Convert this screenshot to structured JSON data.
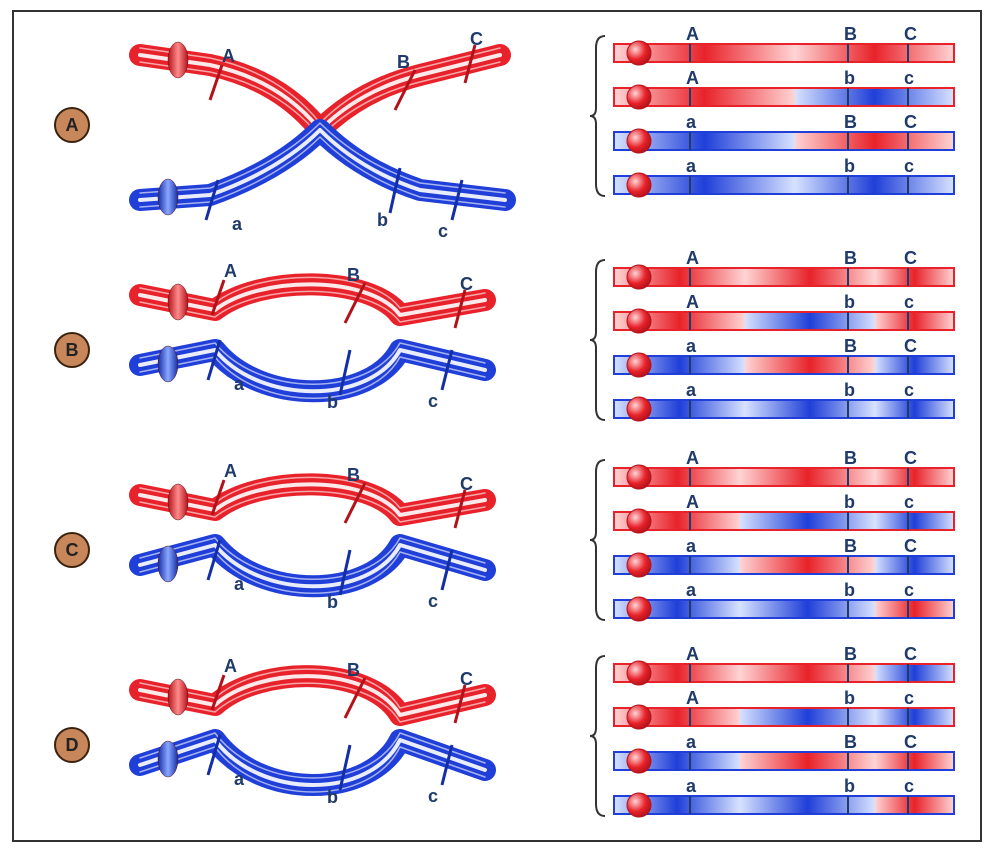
{
  "colors": {
    "maternal": "#e8222a",
    "paternal": "#1f3fd8",
    "badge": "#c8875a",
    "label": "#1f3a6b"
  },
  "panels": [
    {
      "id": "A",
      "badge": "A",
      "pair_labels": {
        "top": [
          "A",
          "B",
          "C"
        ],
        "bottom": [
          "a",
          "b",
          "c"
        ]
      },
      "products": [
        {
          "labels": [
            "A",
            "B",
            "C"
          ],
          "segments": [
            "red",
            "red",
            "red"
          ]
        },
        {
          "labels": [
            "A",
            "b",
            "c"
          ],
          "segments": [
            "red",
            "blue",
            "blue"
          ]
        },
        {
          "labels": [
            "a",
            "B",
            "C"
          ],
          "segments": [
            "blue",
            "red",
            "red"
          ]
        },
        {
          "labels": [
            "a",
            "b",
            "c"
          ],
          "segments": [
            "blue",
            "blue",
            "blue"
          ]
        }
      ]
    },
    {
      "id": "B",
      "badge": "B",
      "pair_labels": {
        "top": [
          "A",
          "B",
          "C"
        ],
        "bottom": [
          "a",
          "b",
          "c"
        ]
      },
      "products": [
        {
          "labels": [
            "A",
            "B",
            "C"
          ],
          "segments": [
            "red",
            "red",
            "red"
          ]
        },
        {
          "labels": [
            "A",
            "b",
            "c"
          ],
          "segments": [
            "red",
            "blue",
            "red"
          ]
        },
        {
          "labels": [
            "a",
            "B",
            "C"
          ],
          "segments": [
            "blue",
            "red",
            "blue"
          ]
        },
        {
          "labels": [
            "a",
            "b",
            "c"
          ],
          "segments": [
            "blue",
            "blue",
            "blue"
          ]
        }
      ]
    },
    {
      "id": "C",
      "badge": "C",
      "pair_labels": {
        "top": [
          "A",
          "B",
          "C"
        ],
        "bottom": [
          "a",
          "b",
          "c"
        ]
      },
      "products": [
        {
          "labels": [
            "A",
            "B",
            "C"
          ],
          "segments": [
            "red",
            "red",
            "red"
          ]
        },
        {
          "labels": [
            "A",
            "b",
            "c"
          ],
          "segments": [
            "red",
            "blue",
            "blue"
          ]
        },
        {
          "labels": [
            "a",
            "B",
            "C"
          ],
          "segments": [
            "blue",
            "red",
            "blue"
          ]
        },
        {
          "labels": [
            "a",
            "b",
            "c"
          ],
          "segments": [
            "blue",
            "blue",
            "red"
          ]
        }
      ]
    },
    {
      "id": "D",
      "badge": "D",
      "pair_labels": {
        "top": [
          "A",
          "B",
          "C"
        ],
        "bottom": [
          "a",
          "b",
          "c"
        ]
      },
      "products": [
        {
          "labels": [
            "A",
            "B",
            "C"
          ],
          "segments": [
            "red",
            "red",
            "blue"
          ]
        },
        {
          "labels": [
            "A",
            "b",
            "c"
          ],
          "segments": [
            "red",
            "blue",
            "blue"
          ]
        },
        {
          "labels": [
            "a",
            "B",
            "C"
          ],
          "segments": [
            "blue",
            "red",
            "red"
          ]
        },
        {
          "labels": [
            "a",
            "b",
            "c"
          ],
          "segments": [
            "blue",
            "blue",
            "red"
          ]
        }
      ]
    }
  ]
}
